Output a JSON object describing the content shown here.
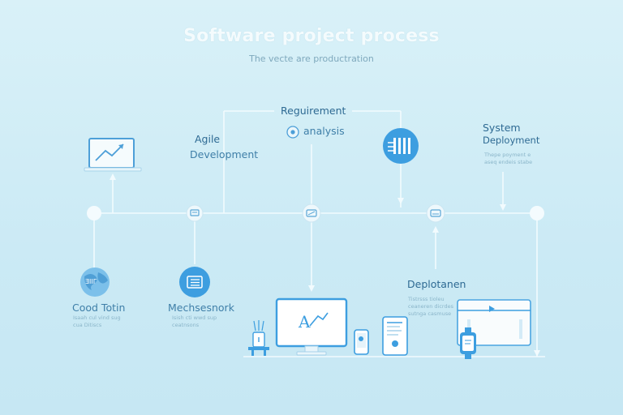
{
  "title": "Software project process",
  "subtitle": "The vecte are productration",
  "stages": {
    "requirement": {
      "label": "Reguirement",
      "sublabel": "analysis"
    },
    "agile": {
      "label": "Agile",
      "sublabel": "Development"
    },
    "system": {
      "label": "System",
      "sublabel": "Deployment",
      "desc": [
        "Thepe poyment e",
        "aseq endeis stabe"
      ]
    },
    "code": {
      "label": "Cood Totin",
      "desc": [
        "Isaah cul vind sug",
        "cua Ditiscs"
      ]
    },
    "methods": {
      "label": "Mechsesnork",
      "desc": [
        "Isish cti wwd sup",
        "ceatnsons"
      ]
    },
    "deployment": {
      "label": "Deplotanen",
      "desc": [
        "Tistrsss tioleu",
        "ceaneren dicrdes",
        "sutnga casmuse"
      ]
    }
  },
  "screen": {
    "glyph": "A"
  },
  "colors": {
    "accent": "#3d9ee0",
    "line": "#f2fbfe",
    "text": "#3f7fa8"
  }
}
